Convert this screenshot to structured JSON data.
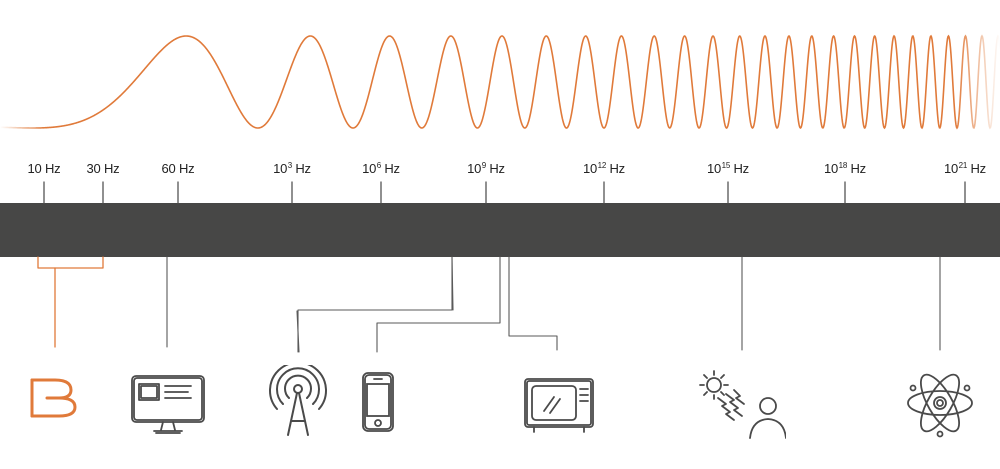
{
  "frequency_labels": [
    {
      "base": "10 Hz",
      "exp": "",
      "unit": ""
    },
    {
      "base": "30 Hz",
      "exp": "",
      "unit": ""
    },
    {
      "base": "60 Hz",
      "exp": "",
      "unit": ""
    },
    {
      "base": "10",
      "exp": "3",
      "unit": " Hz"
    },
    {
      "base": "10",
      "exp": "6",
      "unit": " Hz"
    },
    {
      "base": "10",
      "exp": "9",
      "unit": " Hz"
    },
    {
      "base": "10",
      "exp": "12",
      "unit": " Hz"
    },
    {
      "base": "10",
      "exp": "15",
      "unit": " Hz"
    },
    {
      "base": "10",
      "exp": "18",
      "unit": " Hz"
    },
    {
      "base": "10",
      "exp": "21",
      "unit": " Hz"
    }
  ],
  "colors": {
    "wave": "#e07a3a",
    "band": "#474746",
    "sketch": "#4a4a4a",
    "accent": "#e07a3a"
  },
  "icons": [
    "brain-wave-icon",
    "monitor-icon",
    "radio-tower-icon",
    "mobile-phone-icon",
    "microwave-oven-icon",
    "sun-radiation-person-icon",
    "atom-icon"
  ]
}
